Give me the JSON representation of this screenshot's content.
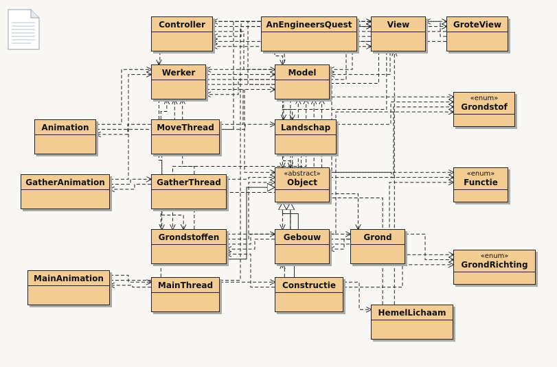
{
  "diagram": {
    "classes": [
      {
        "id": "controller",
        "name": "Controller",
        "stereotype": ""
      },
      {
        "id": "anengineersquest",
        "name": "AnEngineersQuest",
        "stereotype": ""
      },
      {
        "id": "view",
        "name": "View",
        "stereotype": ""
      },
      {
        "id": "groteview",
        "name": "GroteView",
        "stereotype": ""
      },
      {
        "id": "werker",
        "name": "Werker",
        "stereotype": ""
      },
      {
        "id": "model",
        "name": "Model",
        "stereotype": ""
      },
      {
        "id": "grondstof",
        "name": "Grondstof",
        "stereotype": "«enum»"
      },
      {
        "id": "animation",
        "name": "Animation",
        "stereotype": ""
      },
      {
        "id": "movethread",
        "name": "MoveThread",
        "stereotype": ""
      },
      {
        "id": "landschap",
        "name": "Landschap",
        "stereotype": ""
      },
      {
        "id": "gatheranimation",
        "name": "GatherAnimation",
        "stereotype": ""
      },
      {
        "id": "gatherthread",
        "name": "GatherThread",
        "stereotype": ""
      },
      {
        "id": "object",
        "name": "Object",
        "stereotype": "«abstract»"
      },
      {
        "id": "functie",
        "name": "Functie",
        "stereotype": "«enum»"
      },
      {
        "id": "grondstoffen",
        "name": "Grondstoffen",
        "stereotype": ""
      },
      {
        "id": "gebouw",
        "name": "Gebouw",
        "stereotype": ""
      },
      {
        "id": "grond",
        "name": "Grond",
        "stereotype": ""
      },
      {
        "id": "grondrichting",
        "name": "GrondRichting",
        "stereotype": "«enum»"
      },
      {
        "id": "mainanimation",
        "name": "MainAnimation",
        "stereotype": ""
      },
      {
        "id": "mainthread",
        "name": "MainThread",
        "stereotype": ""
      },
      {
        "id": "constructie",
        "name": "Constructie",
        "stereotype": ""
      },
      {
        "id": "hemellichaam",
        "name": "HemelLichaam",
        "stereotype": ""
      }
    ],
    "dependencies": [
      [
        "controller",
        "view"
      ],
      [
        "controller",
        "groteview"
      ],
      [
        "controller",
        "model"
      ],
      [
        "controller",
        "werker"
      ],
      [
        "anengineersquest",
        "controller"
      ],
      [
        "anengineersquest",
        "view"
      ],
      [
        "anengineersquest",
        "model"
      ],
      [
        "anengineersquest",
        "groteview"
      ],
      [
        "view",
        "model"
      ],
      [
        "view",
        "controller"
      ],
      [
        "view",
        "werker"
      ],
      [
        "view",
        "landschap"
      ],
      [
        "view",
        "object"
      ],
      [
        "groteview",
        "model"
      ],
      [
        "groteview",
        "view"
      ],
      [
        "groteview",
        "controller"
      ],
      [
        "werker",
        "model"
      ],
      [
        "werker",
        "grondstof"
      ],
      [
        "werker",
        "functie"
      ],
      [
        "werker",
        "object"
      ],
      [
        "werker",
        "grondstoffen"
      ],
      [
        "model",
        "werker"
      ],
      [
        "model",
        "landschap"
      ],
      [
        "model",
        "grondstoffen"
      ],
      [
        "model",
        "controller"
      ],
      [
        "model",
        "view"
      ],
      [
        "animation",
        "werker"
      ],
      [
        "animation",
        "view"
      ],
      [
        "movethread",
        "werker"
      ],
      [
        "movethread",
        "animation"
      ],
      [
        "movethread",
        "model"
      ],
      [
        "movethread",
        "landschap"
      ],
      [
        "landschap",
        "object"
      ],
      [
        "landschap",
        "grond"
      ],
      [
        "landschap",
        "gebouw"
      ],
      [
        "landschap",
        "grondstof"
      ],
      [
        "gatheranimation",
        "werker"
      ],
      [
        "gatheranimation",
        "gatherthread"
      ],
      [
        "gatherthread",
        "werker"
      ],
      [
        "gatherthread",
        "gatheranimation"
      ],
      [
        "gatherthread",
        "grondstoffen"
      ],
      [
        "gatherthread",
        "object"
      ],
      [
        "object",
        "functie"
      ],
      [
        "object",
        "grondstof"
      ],
      [
        "object",
        "model"
      ],
      [
        "grondstoffen",
        "grondstof"
      ],
      [
        "grondstoffen",
        "object"
      ],
      [
        "grondstoffen",
        "gebouw"
      ],
      [
        "grondstoffen",
        "werker"
      ],
      [
        "gebouw",
        "grondstoffen"
      ],
      [
        "gebouw",
        "grond"
      ],
      [
        "gebouw",
        "functie"
      ],
      [
        "gebouw",
        "grondrichting"
      ],
      [
        "gebouw",
        "model"
      ],
      [
        "grond",
        "gebouw"
      ],
      [
        "grond",
        "grondrichting"
      ],
      [
        "mainanimation",
        "mainthread"
      ],
      [
        "mainanimation",
        "view"
      ],
      [
        "mainthread",
        "mainanimation"
      ],
      [
        "mainthread",
        "model"
      ],
      [
        "mainthread",
        "constructie"
      ],
      [
        "constructie",
        "gebouw"
      ],
      [
        "constructie",
        "grondstoffen"
      ],
      [
        "constructie",
        "hemellichaam"
      ],
      [
        "constructie",
        "grondrichting"
      ],
      [
        "hemellichaam",
        "model"
      ],
      [
        "hemellichaam",
        "view"
      ]
    ],
    "inheritance": [
      [
        "grondstoffen",
        "object"
      ],
      [
        "gebouw",
        "object"
      ],
      [
        "constructie",
        "object"
      ]
    ],
    "icons": {
      "document": "document-icon"
    }
  }
}
